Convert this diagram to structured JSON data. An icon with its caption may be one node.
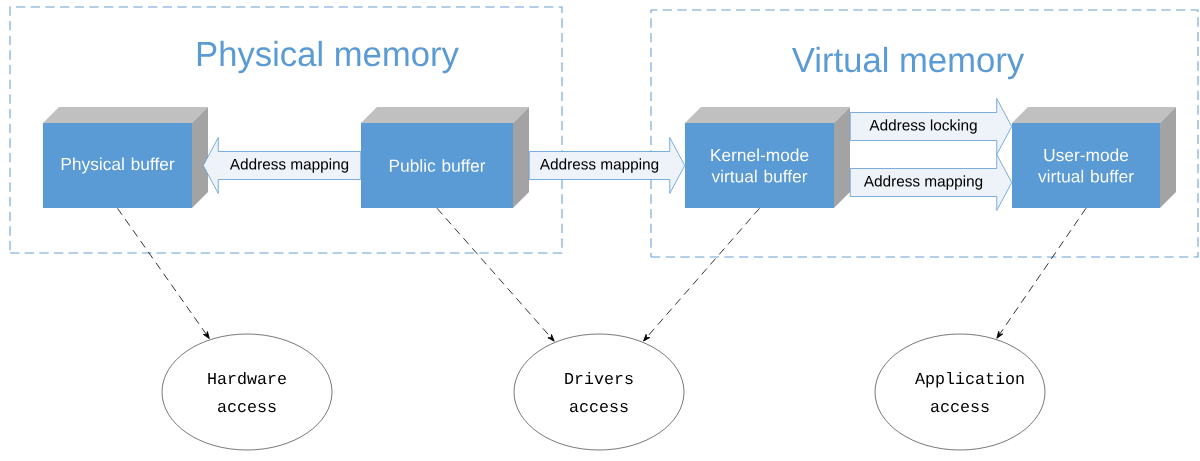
{
  "diagram": {
    "nodes": [
      {
        "text": [
          "Physical memory"
        ]
      },
      {
        "text": [
          "Physical buffer"
        ],
        "in": 0
      },
      {
        "text": [
          "Public buffer"
        ],
        "in": 0
      },
      {
        "text": [
          "Virtual memory"
        ]
      },
      {
        "text": [
          "Kernel-mode virtual buffer"
        ],
        "in": 3
      },
      {
        "text": [
          "User-mode virtual buffer"
        ],
        "in": 3
      },
      {
        "text": [
          "Hardware access"
        ]
      },
      {
        "text": [
          "Drivers access"
        ]
      },
      {
        "text": [
          "Application access"
        ]
      }
    ],
    "edges": [
      {
        "from": 2,
        "to": 1,
        "arrow": "to",
        "label": "Address mapping",
        "style": "thick"
      },
      {
        "from": 2,
        "to": 4,
        "arrow": "to",
        "label": "Address mapping",
        "style": "thick"
      },
      {
        "from": 4,
        "to": 5,
        "arrow": "to",
        "label": "Address locking",
        "style": "thick"
      },
      {
        "from": 4,
        "to": 5,
        "arrow": "to",
        "label": "Address mapping",
        "style": "thick"
      },
      {
        "from": 1,
        "to": 6,
        "arrow": "to",
        "style": "dashed"
      },
      {
        "from": 2,
        "to": 7,
        "arrow": "to",
        "style": "dashed"
      },
      {
        "from": 4,
        "to": 7,
        "arrow": "to",
        "style": "dashed"
      },
      {
        "from": 5,
        "to": 8,
        "arrow": "to",
        "style": "dashed"
      }
    ]
  }
}
